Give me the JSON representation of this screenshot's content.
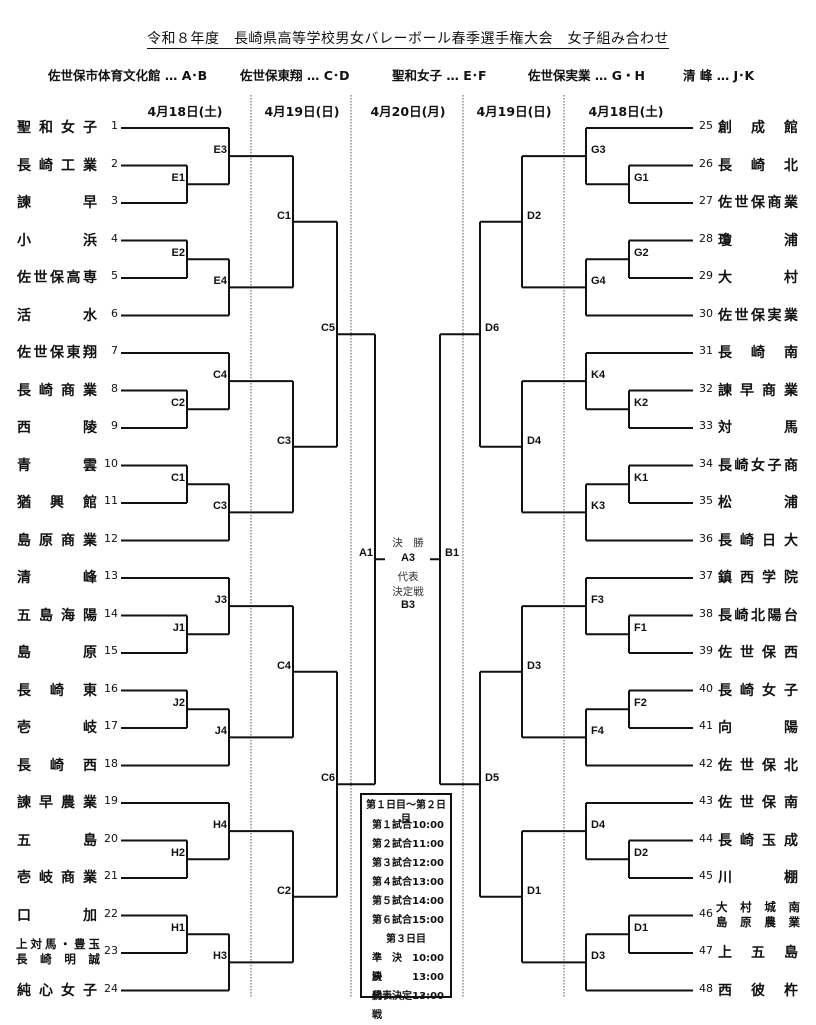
{
  "title": "令和８年度　長崎県高等学校男女バレーボール春季選手権大会　女子組み合わせ",
  "venues": [
    {
      "name": "佐世保市体育文化館",
      "codes": "A・B"
    },
    {
      "name": "佐世保東翔",
      "codes": "C・D"
    },
    {
      "name": "聖和女子",
      "codes": "E・F"
    },
    {
      "name": "佐世保実業",
      "codes": "G・H"
    },
    {
      "name": "清 峰",
      "codes": "J・K"
    }
  ],
  "venue_texts": [
    "佐世保市体育文化館 … A･B",
    "佐世保東翔 … C･D",
    "聖和女子 … E･F",
    "佐世保実業 … G・H",
    "清 峰 … J･K"
  ],
  "dates": [
    "4月18日(土)",
    "4月19日(日)",
    "4月20日(月)",
    "4月19日(日)",
    "4月18日(土)"
  ],
  "left_teams": [
    {
      "no": "1",
      "name": "聖和女子"
    },
    {
      "no": "2",
      "name": "長崎工業"
    },
    {
      "no": "3",
      "name": "諫早"
    },
    {
      "no": "4",
      "name": "小浜"
    },
    {
      "no": "5",
      "name": "佐世保高専"
    },
    {
      "no": "6",
      "name": "活水"
    },
    {
      "no": "7",
      "name": "佐世保東翔"
    },
    {
      "no": "8",
      "name": "長崎商業"
    },
    {
      "no": "9",
      "name": "西陵"
    },
    {
      "no": "10",
      "name": "青雲"
    },
    {
      "no": "11",
      "name": "猶興館"
    },
    {
      "no": "12",
      "name": "島原商業"
    },
    {
      "no": "13",
      "name": "清峰"
    },
    {
      "no": "14",
      "name": "五島海陽"
    },
    {
      "no": "15",
      "name": "島原"
    },
    {
      "no": "16",
      "name": "長崎東"
    },
    {
      "no": "17",
      "name": "壱岐"
    },
    {
      "no": "18",
      "name": "長崎西"
    },
    {
      "no": "19",
      "name": "諫早農業"
    },
    {
      "no": "20",
      "name": "五島"
    },
    {
      "no": "21",
      "name": "壱岐商業"
    },
    {
      "no": "22",
      "name": "口加"
    },
    {
      "no": "23",
      "name": "上対馬・豊玉|長崎明誠"
    },
    {
      "no": "24",
      "name": "純心女子"
    }
  ],
  "right_teams": [
    {
      "no": "25",
      "name": "創成館"
    },
    {
      "no": "26",
      "name": "長崎北"
    },
    {
      "no": "27",
      "name": "佐世保商業"
    },
    {
      "no": "28",
      "name": "瓊浦"
    },
    {
      "no": "29",
      "name": "大村"
    },
    {
      "no": "30",
      "name": "佐世保実業"
    },
    {
      "no": "31",
      "name": "長崎南"
    },
    {
      "no": "32",
      "name": "諫早商業"
    },
    {
      "no": "33",
      "name": "対馬"
    },
    {
      "no": "34",
      "name": "長崎女子商"
    },
    {
      "no": "35",
      "name": "松浦"
    },
    {
      "no": "36",
      "name": "長崎日大"
    },
    {
      "no": "37",
      "name": "鎮西学院"
    },
    {
      "no": "38",
      "name": "長崎北陽台"
    },
    {
      "no": "39",
      "name": "佐世保西"
    },
    {
      "no": "40",
      "name": "長崎女子"
    },
    {
      "no": "41",
      "name": "向陽"
    },
    {
      "no": "42",
      "name": "佐世保北"
    },
    {
      "no": "43",
      "name": "佐世保南"
    },
    {
      "no": "44",
      "name": "長崎玉成"
    },
    {
      "no": "45",
      "name": "川棚"
    },
    {
      "no": "46",
      "name": "大村城南|島原農業"
    },
    {
      "no": "47",
      "name": "上五島"
    },
    {
      "no": "48",
      "name": "西彼杵"
    }
  ],
  "left_groups": [
    {
      "r1": "E1",
      "r2a": "E3",
      "r2b": "E2",
      "r2c": "E4",
      "r3": "C1"
    },
    {
      "r1": "C2",
      "r2a": "C4",
      "r2b": "C1",
      "r2c": "C3",
      "r3": "C3"
    },
    {
      "r1": "J1",
      "r2a": "J3",
      "r2b": "J2",
      "r2c": "J4",
      "r3": "C4"
    },
    {
      "r1": "H2",
      "r2a": "H4",
      "r2b": "H1",
      "r2c": "H3",
      "r3": "C2"
    }
  ],
  "right_groups": [
    {
      "r1": "G1",
      "r2a": "G3",
      "r2b": "G2",
      "r2c": "G4",
      "r3": "D2"
    },
    {
      "r1": "K2",
      "r2a": "K4",
      "r2b": "K1",
      "r2c": "K3",
      "r3": "D4"
    },
    {
      "r1": "F1",
      "r2a": "F3",
      "r2b": "F2",
      "r2c": "F4",
      "r3": "D3"
    },
    {
      "r1": "D2",
      "r2a": "D4",
      "r2b": "D1",
      "r2c": "D3",
      "r3": "D1"
    }
  ],
  "left_semis": [
    "C5",
    "C6"
  ],
  "right_semis": [
    "D6",
    "D5"
  ],
  "left_final": "A1",
  "right_final": "B1",
  "center": {
    "final_label": "決　勝",
    "final_code": "A3",
    "rep_label_1": "代表",
    "rep_label_2": "決定戦",
    "rep_code": "B3"
  },
  "schedule": {
    "header1": "第１日目～第２日目",
    "rows1": [
      {
        "label": "第１試合",
        "time": "10:00"
      },
      {
        "label": "第２試合",
        "time": "11:00"
      },
      {
        "label": "第３試合",
        "time": "12:00"
      },
      {
        "label": "第４試合",
        "time": "13:00"
      },
      {
        "label": "第５試合",
        "time": "14:00"
      },
      {
        "label": "第６試合",
        "time": "15:00"
      }
    ],
    "header2": "第３日目",
    "rows2": [
      {
        "label": "準　決　勝",
        "time": "10:00"
      },
      {
        "label": "決　　　勝",
        "time": "13:00"
      },
      {
        "label": "代表決定戦",
        "time": "13:00"
      }
    ]
  }
}
